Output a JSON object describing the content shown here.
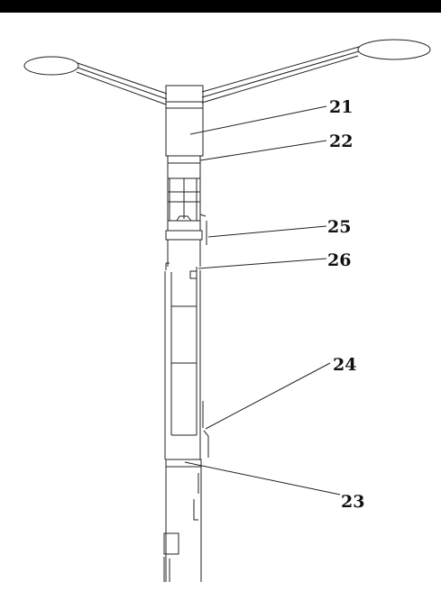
{
  "labels": {
    "l21": "21",
    "l22": "22",
    "l25": "25",
    "l26": "26",
    "l24": "24",
    "l23": "23"
  }
}
